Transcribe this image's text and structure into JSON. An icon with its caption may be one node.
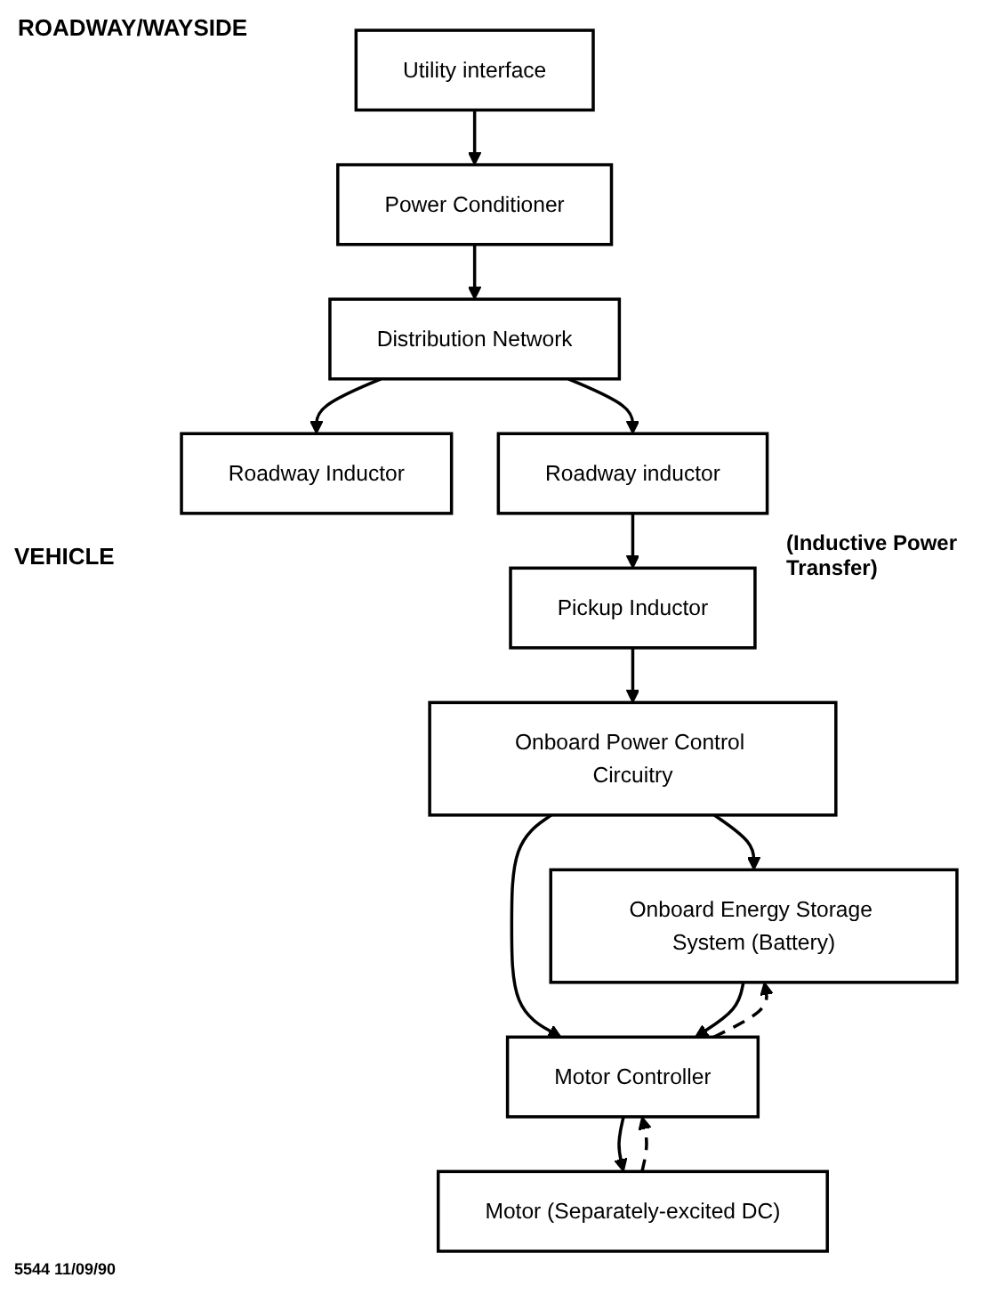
{
  "diagram": {
    "nodes": [
      {
        "text": [
          "Utility interface"
        ]
      },
      {
        "text": [
          "Power Conditioner"
        ]
      },
      {
        "text": [
          "Distribution Network"
        ]
      },
      {
        "text": [
          "Roadway Inductor"
        ]
      },
      {
        "text": [
          "Roadway inductor"
        ]
      },
      {
        "text": [
          "Pickup Inductor"
        ]
      },
      {
        "text": [
          "Onboard Power Control Circuitry"
        ]
      },
      {
        "text": [
          "Onboard Energy Storage System (Battery)"
        ]
      },
      {
        "text": [
          "Motor Controller"
        ]
      },
      {
        "text": [
          "Motor (Separately-excited DC)"
        ]
      }
    ],
    "edges": [
      {
        "from": 0,
        "to": 1,
        "arrow": "to"
      },
      {
        "from": 1,
        "to": 2,
        "arrow": "to"
      },
      {
        "from": 2,
        "to": 3,
        "arrow": "to"
      },
      {
        "from": 2,
        "to": 4,
        "arrow": "to"
      },
      {
        "from": 4,
        "to": 5,
        "arrow": "to"
      },
      {
        "from": 5,
        "to": 6,
        "arrow": "to"
      },
      {
        "from": 6,
        "to": 7,
        "arrow": "to"
      },
      {
        "from": 6,
        "to": 8,
        "arrow": "to"
      },
      {
        "from": 7,
        "to": 8,
        "arrow": "to"
      },
      {
        "from": 8,
        "to": 7,
        "arrow": "to",
        "style": "dashed"
      },
      {
        "from": 8,
        "to": 9,
        "arrow": "to"
      },
      {
        "from": 9,
        "to": 8,
        "arrow": "to",
        "style": "dashed"
      }
    ],
    "labels": [
      "ROADWAY/WAYSIDE",
      "VEHICLE",
      "(Inductive Power Transfer)",
      "5544 11/09/90"
    ]
  }
}
